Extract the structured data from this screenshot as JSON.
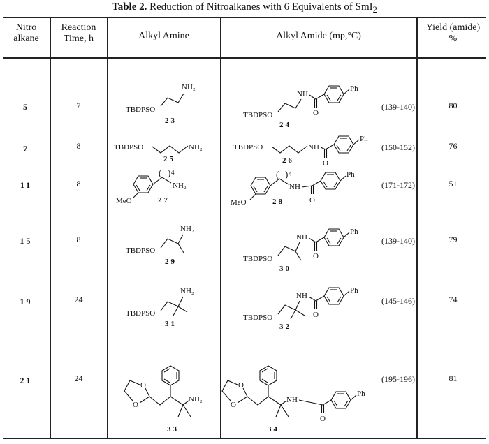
{
  "title": {
    "bold": "Table 2.",
    "text": "Reduction of Nitroalkanes with 6 Equivalents of SmI",
    "sub": "2"
  },
  "headers": {
    "nitro_l1": "Nitro",
    "nitro_l2": "alkane",
    "time_l1": "Reaction",
    "time_l2": "Time, h",
    "amine": "Alkyl Amine",
    "amide": "Alkyl Amide  (mp,°C)",
    "yield_l1": "Yield (amide)",
    "yield_l2": "%"
  },
  "rows": [
    {
      "nitro": "5",
      "time": "7",
      "amine": "23",
      "amide": "24",
      "mp": "(139-140)",
      "yield": "80"
    },
    {
      "nitro": "7",
      "time": "8",
      "amine": "25",
      "amide": "26",
      "mp": "(150-152)",
      "yield": "76"
    },
    {
      "nitro": "11",
      "time": "8",
      "amine": "27",
      "amide": "28",
      "mp": "(171-172)",
      "yield": "51"
    },
    {
      "nitro": "15",
      "time": "8",
      "amine": "29",
      "amide": "30",
      "mp": "(139-140)",
      "yield": "79"
    },
    {
      "nitro": "19",
      "time": "24",
      "amine": "31",
      "amide": "32",
      "mp": "(145-146)",
      "yield": "74"
    },
    {
      "nitro": "21",
      "time": "24",
      "amine": "33",
      "amide": "34",
      "mp": "(195-196)",
      "yield": "81"
    }
  ],
  "chem": {
    "tbdpso": "TBDPSO",
    "nh2": "NH₂",
    "nh": "NH",
    "o": "O",
    "ph": "Ph",
    "meo": "MeO",
    "n": "4"
  }
}
